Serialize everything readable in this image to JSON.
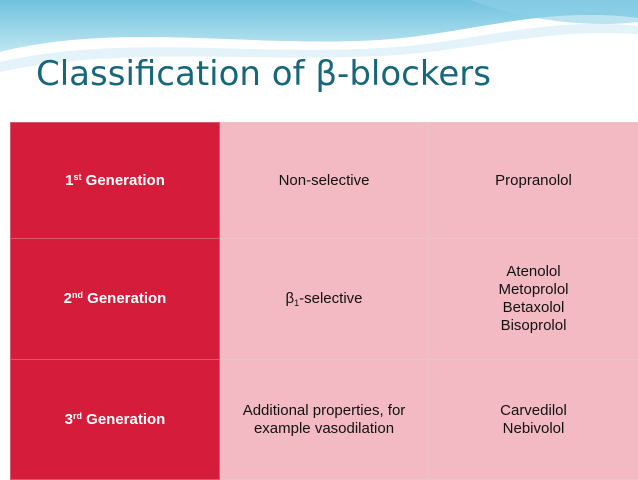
{
  "slide": {
    "title": "Classification of β-blockers"
  },
  "colors": {
    "title": "#17677b",
    "generation_cell": "#d51c3b",
    "body_cell": "#f3bac3"
  },
  "table": {
    "rows": [
      {
        "generation_number": "1",
        "generation_suffix": "st",
        "generation_label": "Generation",
        "property_lines": [
          "Non-selective"
        ],
        "drugs": [
          "Propranolol"
        ]
      },
      {
        "generation_number": "2",
        "generation_suffix": "nd",
        "generation_label": "Generation",
        "property_prefix": "β",
        "property_subscript": "1",
        "property_suffix": "-selective",
        "drugs": [
          "Atenolol",
          "Metoprolol",
          "Betaxolol",
          "Bisoprolol"
        ]
      },
      {
        "generation_number": "3",
        "generation_suffix": "rd",
        "generation_label": "Generation",
        "property_lines": [
          "Additional properties, for",
          "example vasodilation"
        ],
        "drugs": [
          "Carvedilol",
          "Nebivolol"
        ]
      }
    ]
  }
}
